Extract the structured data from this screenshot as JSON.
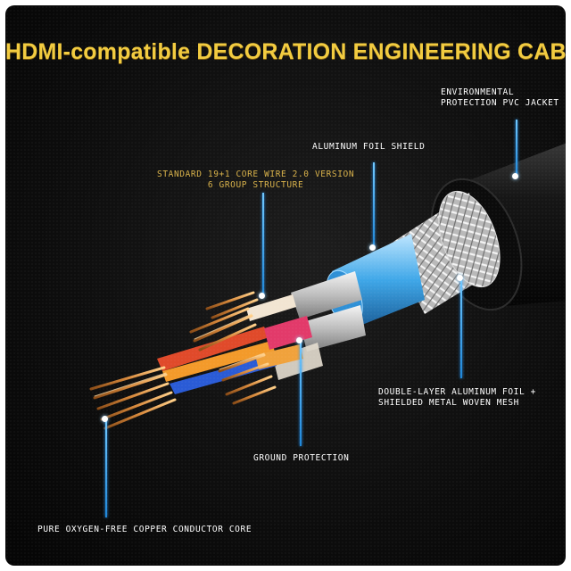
{
  "title": "HDMI-compatible DECORATION ENGINEERING CABLE",
  "labels": {
    "jacket": [
      "ENVIRONMENTAL",
      "PROTECTION PVC JACKET"
    ],
    "foil": "ALUMINUM FOIL SHIELD",
    "core_wire": [
      "STANDARD 19+1 CORE WIRE 2.0 VERSION",
      "6 GROUP STRUCTURE"
    ],
    "mesh": [
      "DOUBLE-LAYER ALUMINUM FOIL +",
      "SHIELDED METAL WOVEN MESH"
    ],
    "ground": "GROUND PROTECTION",
    "conductor": "PURE OXYGEN-FREE COPPER CONDUCTOR CORE"
  },
  "colors": {
    "title": "#f2cb3f",
    "leader_line": "#2a9bff",
    "copper": "#d98a3c",
    "foil_blue": "#3fa7e8",
    "jacket": "#101010"
  }
}
